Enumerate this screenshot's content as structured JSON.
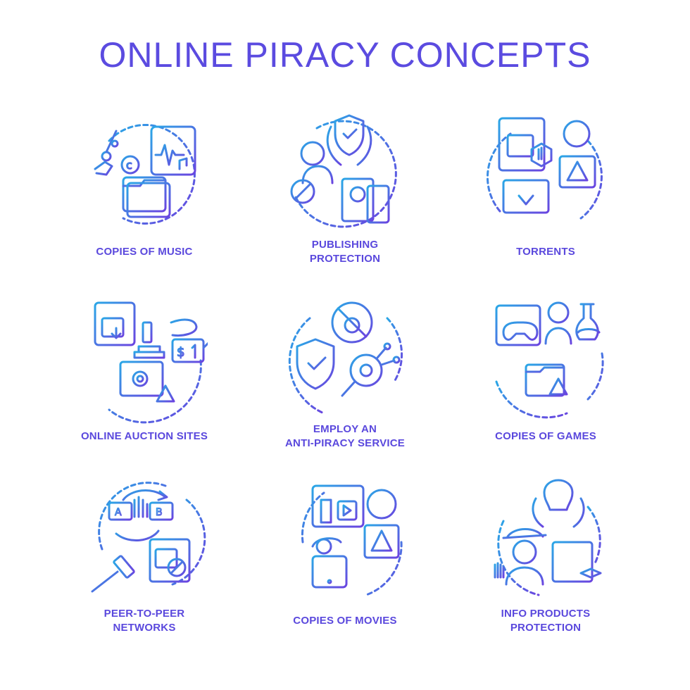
{
  "title": "ONLINE PIRACY CONCEPTS",
  "colors": {
    "title": "#5b4be0",
    "label": "#5a48dd",
    "gradient_start": "#2aa7e6",
    "gradient_end": "#6a44e0"
  },
  "concepts": [
    {
      "lines": [
        "COPIES OF MUSIC"
      ],
      "icon": "music-copy-icon"
    },
    {
      "lines": [
        "PUBLISHING",
        "PROTECTION"
      ],
      "icon": "publishing-protection-icon"
    },
    {
      "lines": [
        "TORRENTS"
      ],
      "icon": "torrent-download-icon"
    },
    {
      "lines": [
        "ONLINE AUCTION SITES"
      ],
      "icon": "auction-gavel-icon"
    },
    {
      "lines": [
        "EMPLOY AN",
        "ANTI-PIRACY SERVICE"
      ],
      "icon": "anti-piracy-shield-icon"
    },
    {
      "lines": [
        "COPIES OF GAMES"
      ],
      "icon": "gamepad-copy-icon"
    },
    {
      "lines": [
        "PEER-TO-PEER",
        "NETWORKS"
      ],
      "icon": "peer-to-peer-icon"
    },
    {
      "lines": [
        "COPIES OF MOVIES"
      ],
      "icon": "movie-copy-icon"
    },
    {
      "lines": [
        "INFO PRODUCTS",
        "PROTECTION"
      ],
      "icon": "info-products-icon"
    }
  ]
}
